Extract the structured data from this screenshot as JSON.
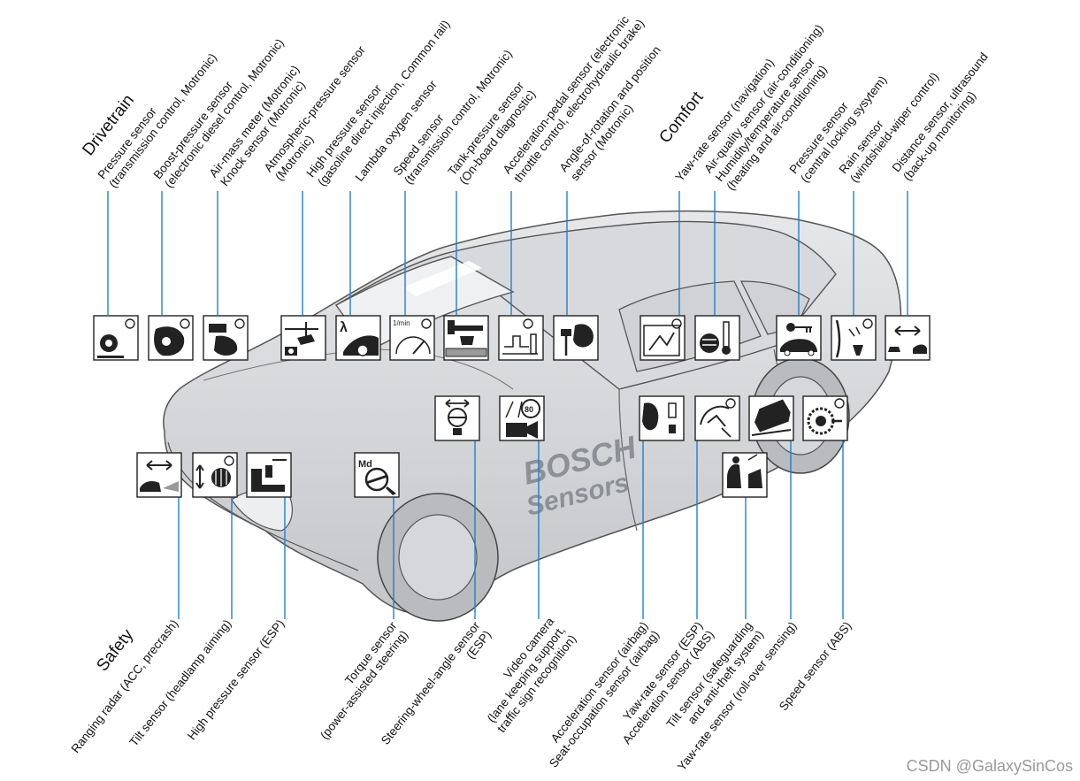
{
  "categories": {
    "drivetrain": "Drivetrain",
    "comfort": "Comfort",
    "safety": "Safety"
  },
  "brand": {
    "line1": "BOSCH",
    "line2": "Sensors"
  },
  "watermark": "CSDN @GalaxySinCos",
  "icon_text": {
    "lambda": "λ",
    "rpm": "1/min",
    "torque": "Md",
    "speed": "80"
  },
  "top_labels": [
    {
      "lines": [
        "Pressure sensor",
        "(transmission control, Motronic)"
      ]
    },
    {
      "lines": [
        "Boost-pressure sensor",
        "(electronic diesel control, Motronic)"
      ]
    },
    {
      "lines": [
        "Air-mass meter (Motronic)",
        "Knock sensor (Motronic)"
      ]
    },
    {
      "lines": [
        "Atmospheric-pressure sensor",
        "(Motronic)"
      ]
    },
    {
      "lines": [
        "High pressure sensor",
        "(gasoline direct injection, Common rail)"
      ]
    },
    {
      "lines": [
        "Lambda oxygen sensor"
      ]
    },
    {
      "lines": [
        "Speed sensor",
        "(transmission control, Motronic)"
      ]
    },
    {
      "lines": [
        "Tank-pressure sensor",
        "(On-board diagnostic)"
      ]
    },
    {
      "lines": [
        "Acceleration-pedal sensor (electronic",
        "throttle control, electrohydraulic brake)"
      ]
    },
    {
      "lines": [
        "Angle-of-rotation and position",
        "sensor (Motronic)"
      ]
    },
    {
      "lines": [
        "Yaw-rate sensor (navigation)"
      ]
    },
    {
      "lines": [
        "Air-quality sensor (air-conditioning)",
        "Humidity/temperature sensor",
        "(heating and air-conditioning)"
      ]
    },
    {
      "lines": [
        "Pressure sensor",
        "(central locking sysytem)"
      ]
    },
    {
      "lines": [
        "Rain sensor",
        "(windshield-wiper control)"
      ]
    },
    {
      "lines": [
        "Distance sensor, ultrasound",
        "(back-up monitoring)"
      ]
    }
  ],
  "bottom_labels": [
    {
      "lines": [
        "Ranging radar (ACC, precrash)"
      ]
    },
    {
      "lines": [
        "Tilt sensor (headlamp aiming)"
      ]
    },
    {
      "lines": [
        "High pressure sensor (ESP)"
      ]
    },
    {
      "lines": [
        "Torque sensor",
        "(power-assisted steering)"
      ]
    },
    {
      "lines": [
        "Steering-wheel-angle sensor",
        "(ESP)"
      ]
    },
    {
      "lines": [
        "Video camera",
        "(lane keeping support,",
        "traffic sign recognition)"
      ]
    },
    {
      "lines": [
        "Acceleration sensor (airbag)",
        "Seat-occupation sensor (airbag)"
      ]
    },
    {
      "lines": [
        "Yaw-rate sensor (ESP)",
        "Acceleration sensor (ABS)"
      ]
    },
    {
      "lines": [
        "Tilt sensor (safeguarding",
        "and anti-theft system)"
      ]
    },
    {
      "lines": [
        "Yaw-rate sensor (roll-over sensing)"
      ]
    },
    {
      "lines": [
        "Speed sensor (ABS)"
      ]
    }
  ]
}
